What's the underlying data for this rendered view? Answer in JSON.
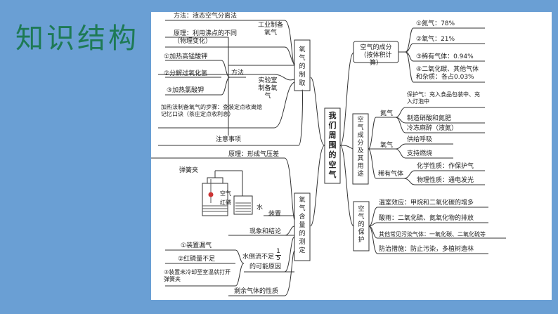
{
  "title": "知识结构",
  "center": "我们周围的空气",
  "b1": {
    "label": "氧气的制取",
    "industrial": {
      "label": "工业制备氧气",
      "items": [
        "方法：液态空气分离法",
        "原理：利用沸点的不同（物理变化）"
      ]
    },
    "lab": {
      "label": "实验室制备氧气",
      "method_label": "方法",
      "methods": [
        "①加热高锰酸钾",
        "②分解过氧化氢",
        "③加热氯酸钾"
      ],
      "steps": "加热法制备氧气的步骤：查装定点收离熄记忆口诀（茶庄定点收利息）",
      "notes": "注意事项"
    }
  },
  "b2": {
    "label": "氧气含量的测定",
    "principle": "原理：形成气压差",
    "apparatus": {
      "label": "装置",
      "spring": "弹簧夹",
      "air": "空气",
      "phosphorus": "红磷",
      "water": "水"
    },
    "phenomena": "现象和结论",
    "less": {
      "label": "水倒流不足",
      "frac_num": "1",
      "frac_den": "5",
      "suffix": "的可能原因",
      "reasons": [
        "①装置漏气",
        "②红磷量不足",
        "③装置未冷却至室温就打开弹簧夹"
      ]
    },
    "rest": "剩余气体的性质"
  },
  "b3": {
    "label": "空气的成分（按体积计算）",
    "items": [
      "①氮气：78%",
      "②氧气：21%",
      "③稀有气体：0.94%",
      "④二氧化碳、其他气体和杂质：各占0.03%"
    ]
  },
  "b4": {
    "label": "空气成分及其用途",
    "n2": {
      "label": "氮气",
      "uses": [
        "保护气：充入食品包装中、充入灯泡中",
        "制造硝酸和氮肥",
        "冷冻麻醉（液氮）"
      ]
    },
    "o2": {
      "label": "氧气",
      "uses": [
        "供给呼吸",
        "支持燃烧"
      ]
    },
    "rare": {
      "label": "稀有气体",
      "uses": [
        "化学性质：作保护气",
        "物理性质：通电发光"
      ]
    }
  },
  "b5": {
    "label": "空气的保护",
    "items": [
      "温室效应：甲烷和二氧化碳的增多",
      "酸雨：二氧化硫、氮氧化物的排放",
      "其他常见污染气体：一氧化碳、二氧化硫等",
      "防治措施：防止污染，多植树造林"
    ]
  }
}
